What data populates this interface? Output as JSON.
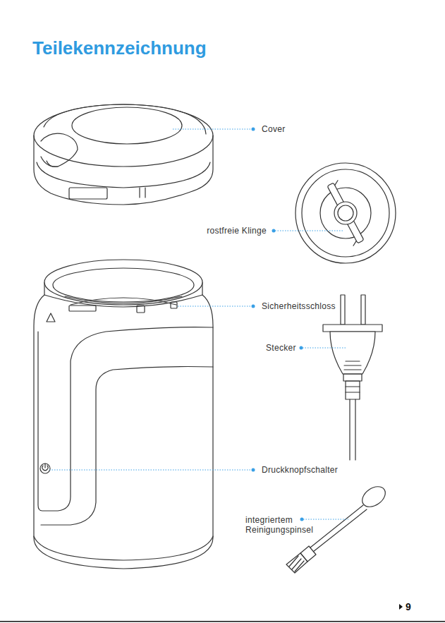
{
  "diagram": {
    "title": "Teilekennzeichnung",
    "labels": [
      "Cover",
      "rostfreie Klinge",
      "Sicherheitsschloss",
      "Stecker",
      "Druckknopfschalter",
      "integriertem Reinigungspinsel",
      "9"
    ]
  }
}
